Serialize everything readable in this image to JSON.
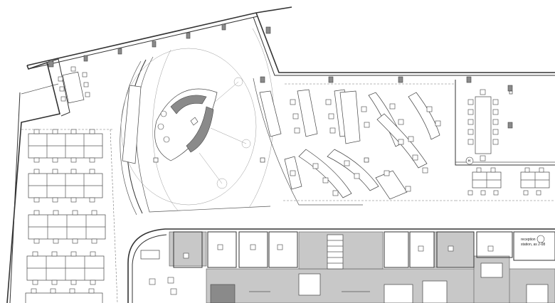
{
  "labels": {
    "workstation_note_line1": "reception",
    "workstation_note_line2": "station, as 2-08",
    "marker_letter": "H"
  },
  "colors": {
    "line": "#333333",
    "core_fill": "#c8c8c8",
    "dark_fill": "#8a8a8a"
  }
}
